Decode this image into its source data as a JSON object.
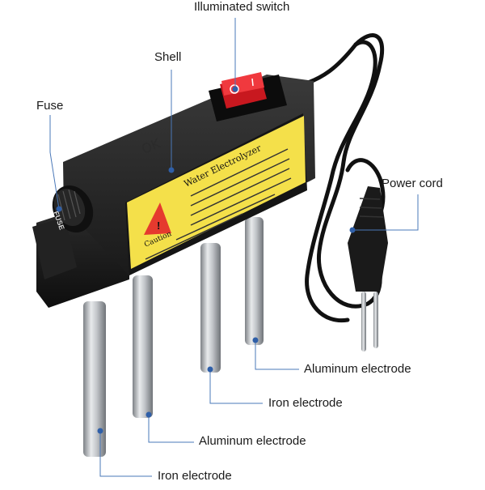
{
  "labels": {
    "illuminated_switch": "Illuminated switch",
    "shell": "Shell",
    "fuse": "Fuse",
    "power_cord": "Power cord",
    "aluminum_electrode_right": "Aluminum electrode",
    "iron_electrode_mid": "Iron electrode",
    "aluminum_electrode_left": "Aluminum electrode",
    "iron_electrode_left": "Iron electrode"
  },
  "product_print": {
    "title": "Water Electrolyzer",
    "caution": "Caution",
    "fuse_text": "FUSE",
    "embossed": "OK"
  },
  "colors": {
    "body": "#1b1b1b",
    "sticker": "#f4e04a",
    "switch": "#e8262c",
    "electrode": "#b9bcc0",
    "leader_line": "#4a78b8",
    "dot": "#2f5fa8"
  }
}
